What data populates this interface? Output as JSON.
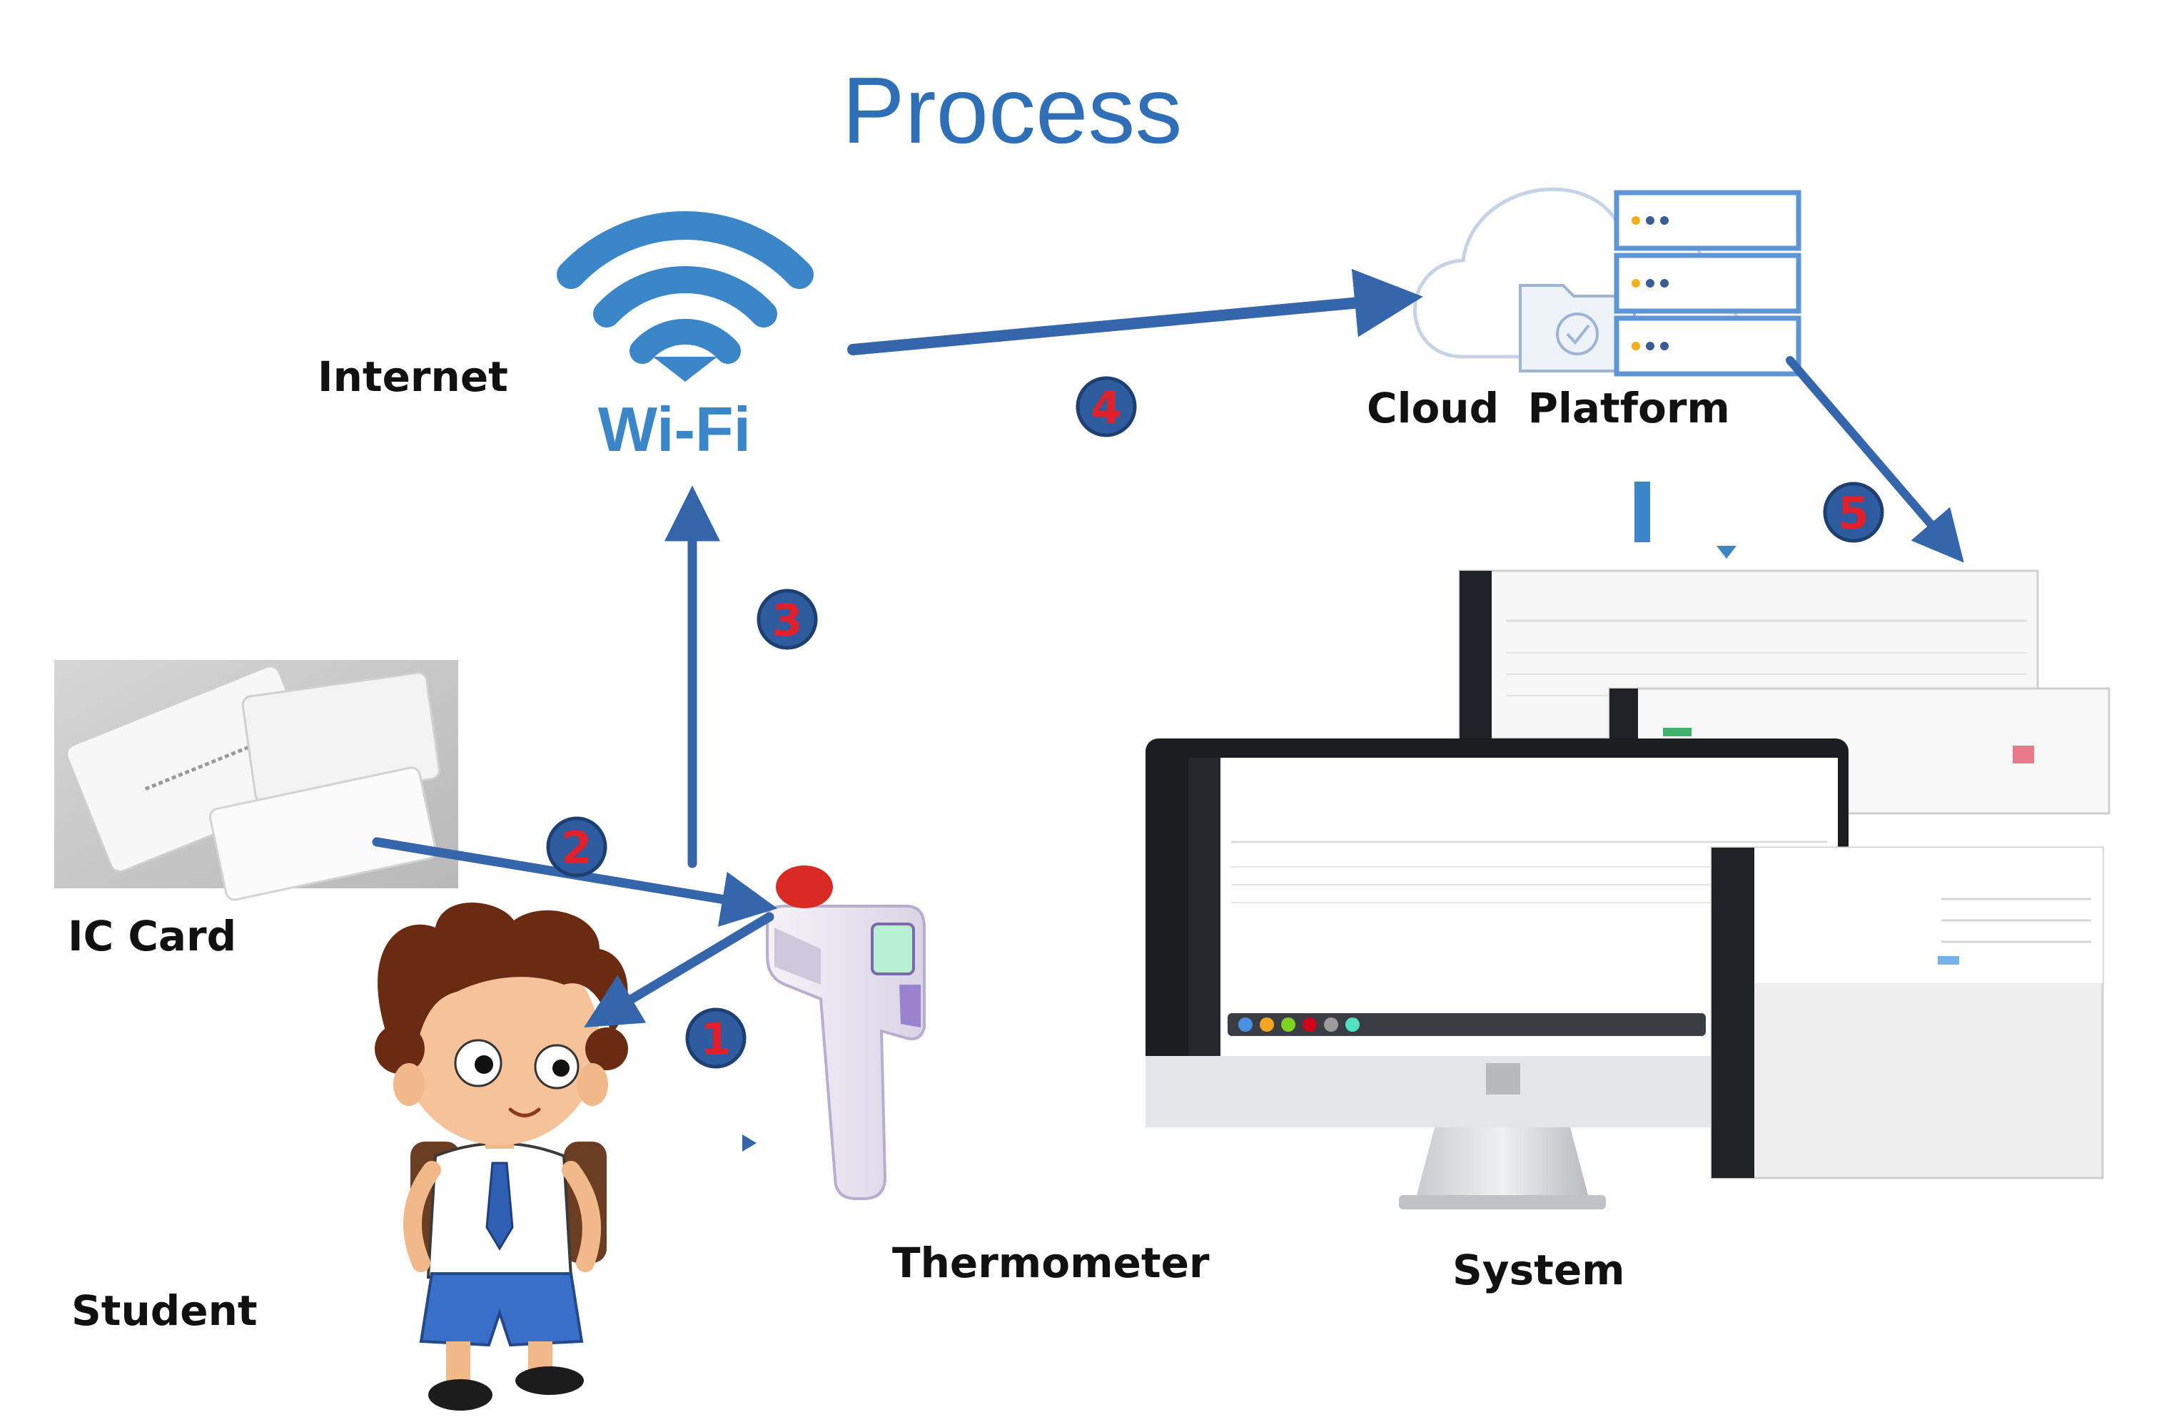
{
  "title": "Process",
  "wifi": {
    "label": "Wi-Fi"
  },
  "labels": {
    "internet": "Internet",
    "cloud_platform": "Cloud  Platform",
    "ic_card": "IC Card",
    "student": "Student",
    "thermometer": "Thermometer",
    "system": "System"
  },
  "steps": [
    "1",
    "2",
    "3",
    "4",
    "5"
  ],
  "colors": {
    "title": "#2f6fb7",
    "arrow": "#3566ac",
    "step_badge_fill": "#2e5c9e",
    "step_number": "#e0202a",
    "wifi": "#3a86c8",
    "label": "#111111"
  },
  "icons": [
    "wifi-icon",
    "cloud-server-icon",
    "ic-card-image",
    "student-figure",
    "thermometer-device",
    "monitor-screens"
  ]
}
